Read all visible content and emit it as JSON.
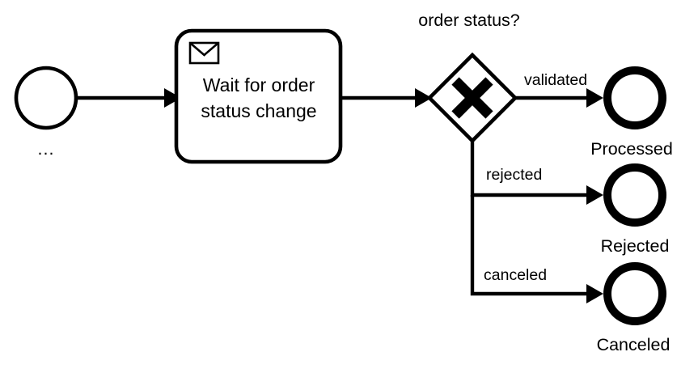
{
  "diagram": {
    "type": "bpmn-process",
    "notation": "BPMN 2.0",
    "background_color": "#ffffff",
    "stroke_color": "#000000"
  },
  "nodes": {
    "start_event": {
      "kind": "start-event",
      "label": "..."
    },
    "receive_task": {
      "kind": "receive-task",
      "line1": "Wait for order",
      "line2": "status change",
      "marker_icon": "envelope-icon"
    },
    "gateway": {
      "kind": "exclusive-gateway",
      "label": "order status?",
      "marker": "X"
    },
    "end_processed": {
      "kind": "end-event",
      "label": "Processed"
    },
    "end_rejected": {
      "kind": "end-event",
      "label": "Rejected"
    },
    "end_canceled": {
      "kind": "end-event",
      "label": "Canceled"
    }
  },
  "flows": {
    "start_to_task": {
      "label": ""
    },
    "task_to_gateway": {
      "label": ""
    },
    "gateway_to_processed": {
      "label": "validated"
    },
    "gateway_to_rejected": {
      "label": "rejected"
    },
    "gateway_to_canceled": {
      "label": "canceled"
    }
  }
}
